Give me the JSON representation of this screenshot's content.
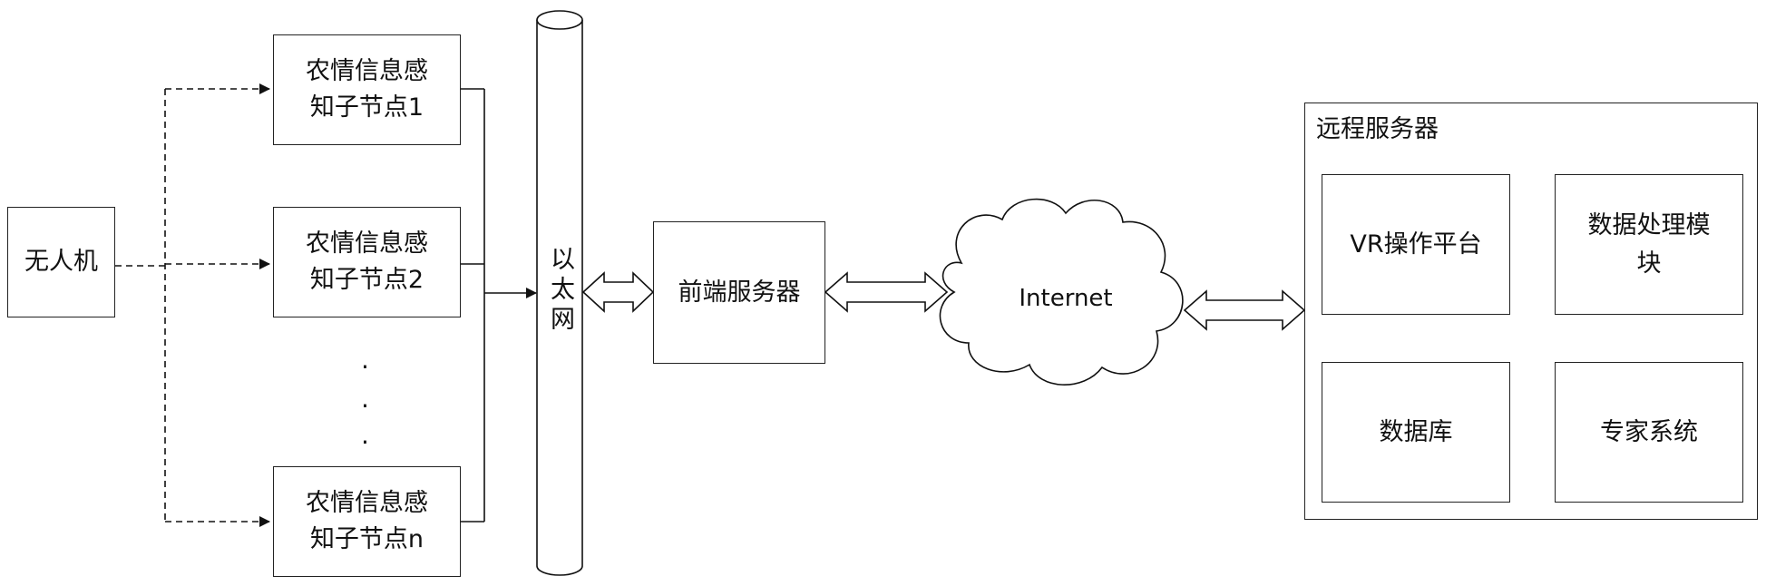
{
  "drone": {
    "label": "无人机"
  },
  "sensor_nodes": [
    {
      "line1": "农情信息感",
      "line2": "知子节点1"
    },
    {
      "line1": "农情信息感",
      "line2": "知子节点2"
    },
    {
      "line1": "农情信息感",
      "line2": "知子节点n"
    }
  ],
  "ellipsis": ".",
  "ethernet": {
    "label": "以太网"
  },
  "front_server": {
    "label": "前端服务器"
  },
  "internet": {
    "label": "Internet"
  },
  "remote_server": {
    "title": "远程服务器",
    "modules": [
      {
        "label": "VR操作平台"
      },
      {
        "label": "数据处理模\n块"
      },
      {
        "label": "数据库"
      },
      {
        "label": "专家系统"
      }
    ]
  }
}
